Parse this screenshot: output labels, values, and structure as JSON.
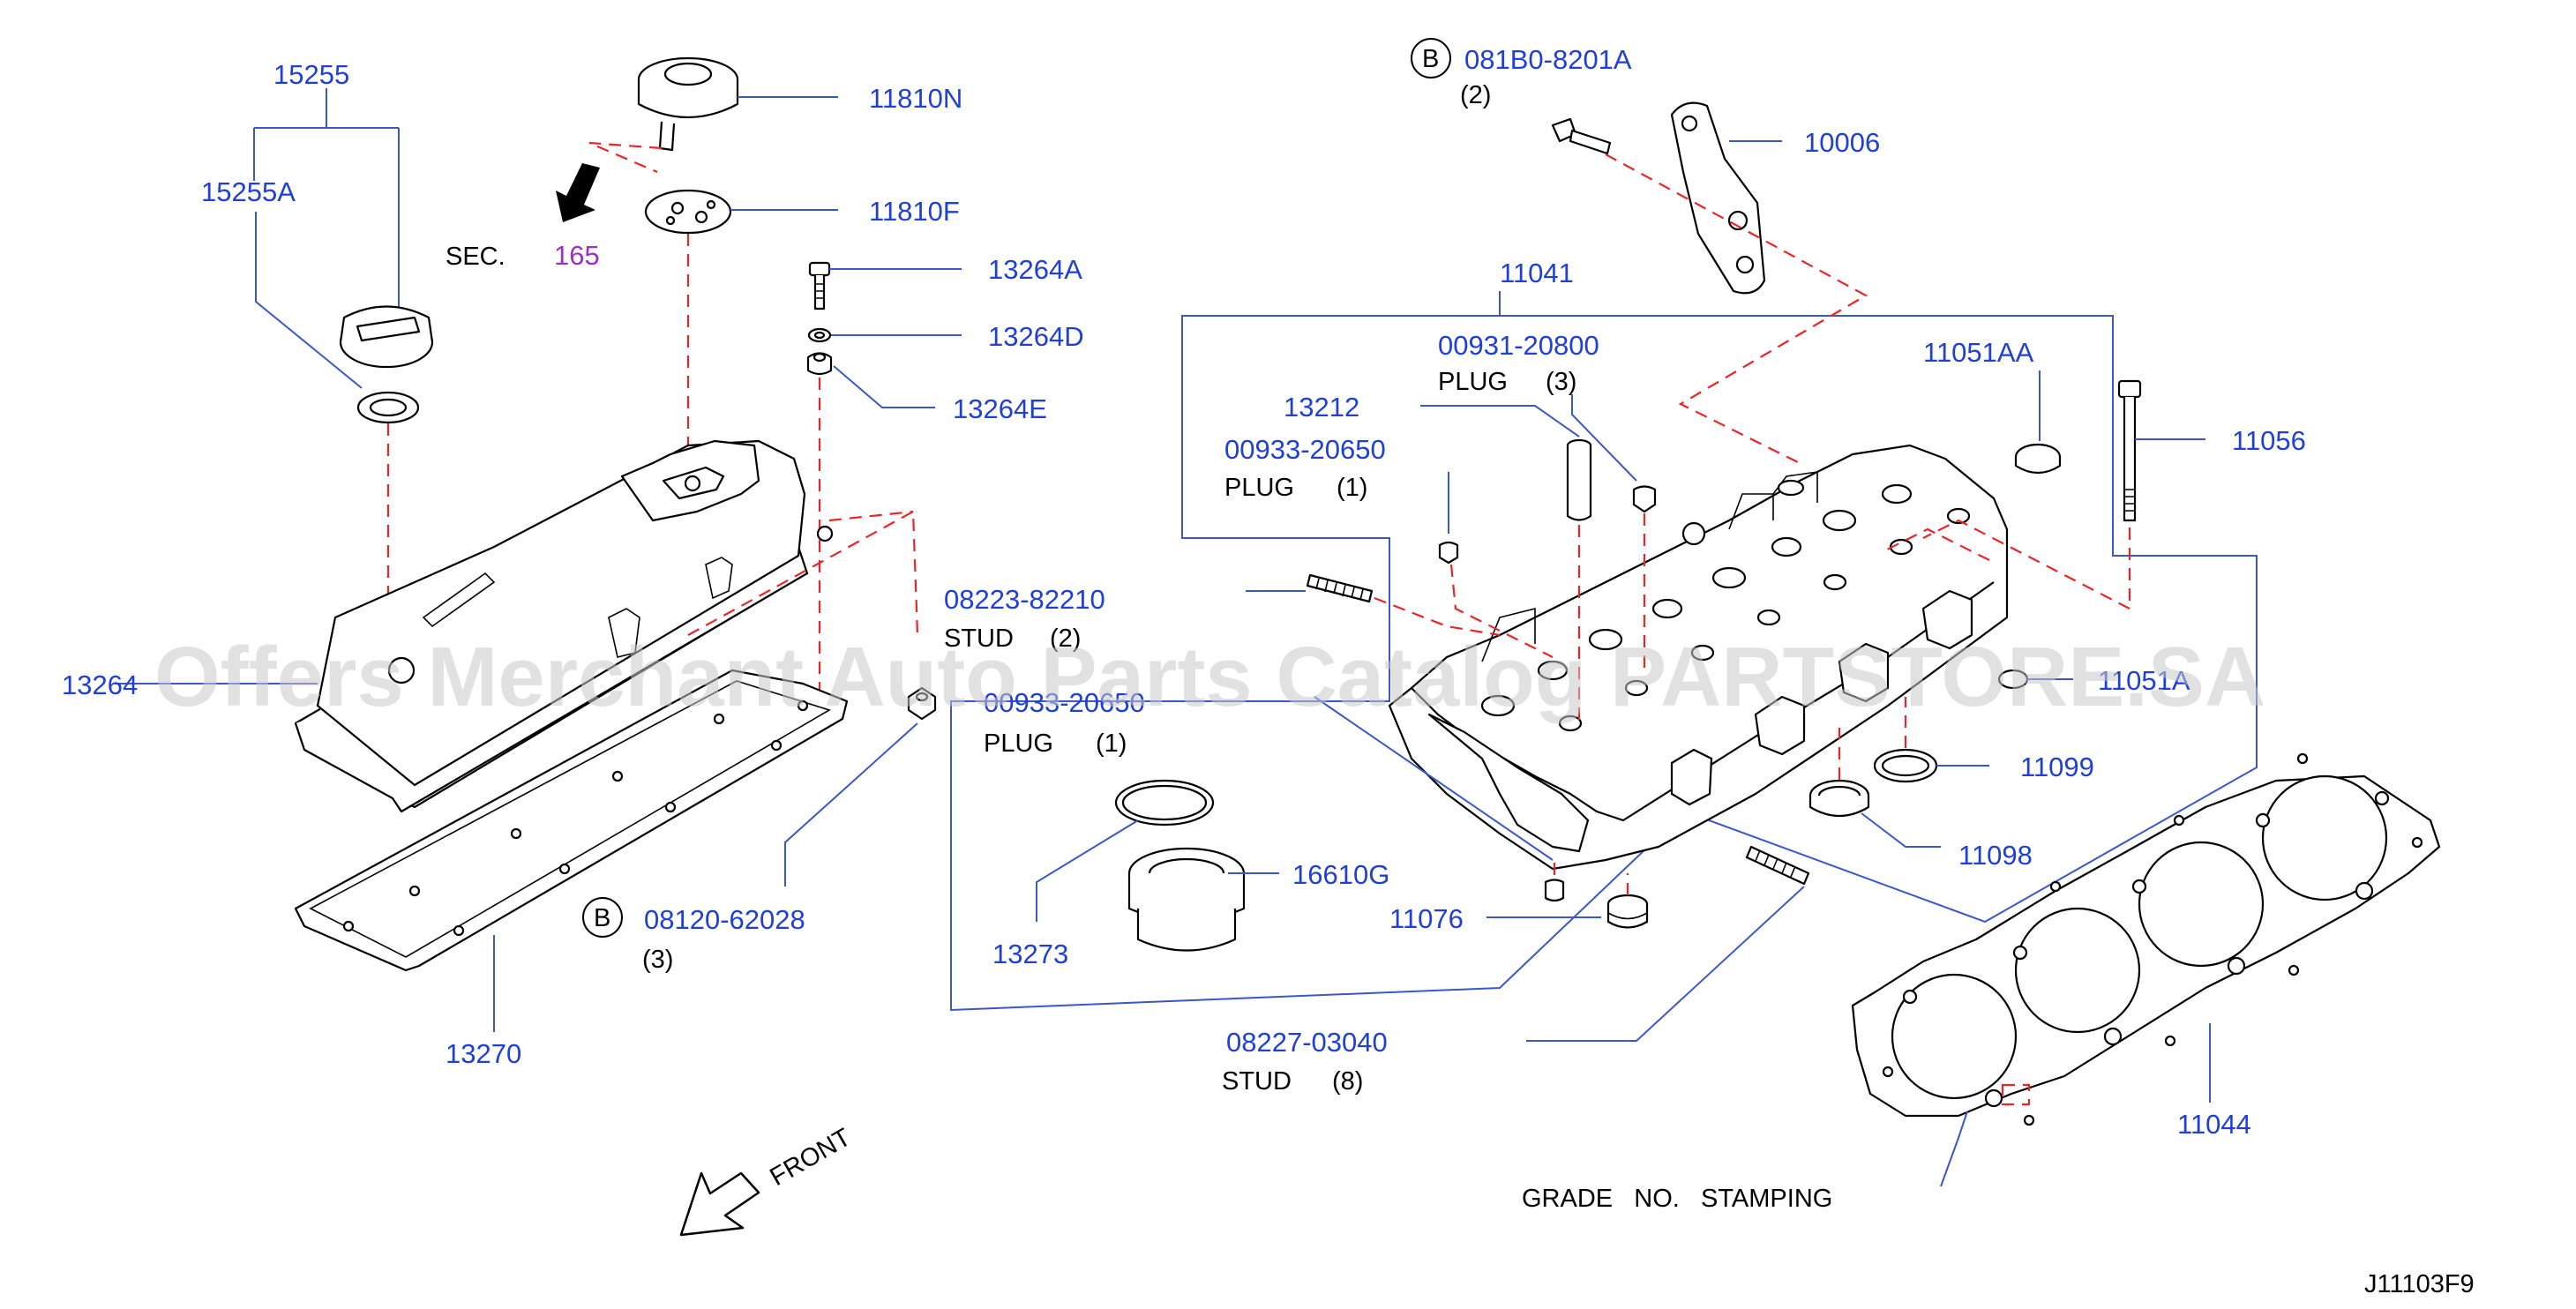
{
  "watermark": "Offers Merchant Auto Parts Catalog PARTSTORE.SA",
  "diagram_code": "J11103F9",
  "section_ref": {
    "prefix": "SEC.",
    "number": "165"
  },
  "front_label": "FRONT",
  "grade_note": "GRADE   NO.   STAMPING",
  "bolt_marker": "B",
  "labels": {
    "p15255": "15255",
    "p15255A": "15255A",
    "p11810N": "11810N",
    "p11810F": "11810F",
    "p13264A": "13264A",
    "p13264D": "13264D",
    "p13264E": "13264E",
    "p13264": "13264",
    "p13270": "13270",
    "p08120": "08120-62028",
    "q08120": "(3)",
    "p08223": "08223-82210",
    "d08223": "STUD",
    "q08223": "(2)",
    "p00933b": "00933-20650",
    "d00933b": "PLUG",
    "q00933b": "(1)",
    "p13273": "13273",
    "p16610G": "16610G",
    "p11076": "11076",
    "p08227": "08227-03040",
    "d08227": "STUD",
    "q08227": "(8)",
    "p081B0": "081B0-8201A",
    "q081B0": "(2)",
    "p10006": "10006",
    "p11041": "11041",
    "p00931": "00931-20800",
    "d00931": "PLUG",
    "q00931": "(3)",
    "p13212": "13212",
    "p00933a": "00933-20650",
    "d00933a": "PLUG",
    "q00933a": "(1)",
    "p11051AA": "11051AA",
    "p11056": "11056",
    "p11051A": "11051A",
    "p11099": "11099",
    "p11098": "11098",
    "p11044": "11044"
  }
}
